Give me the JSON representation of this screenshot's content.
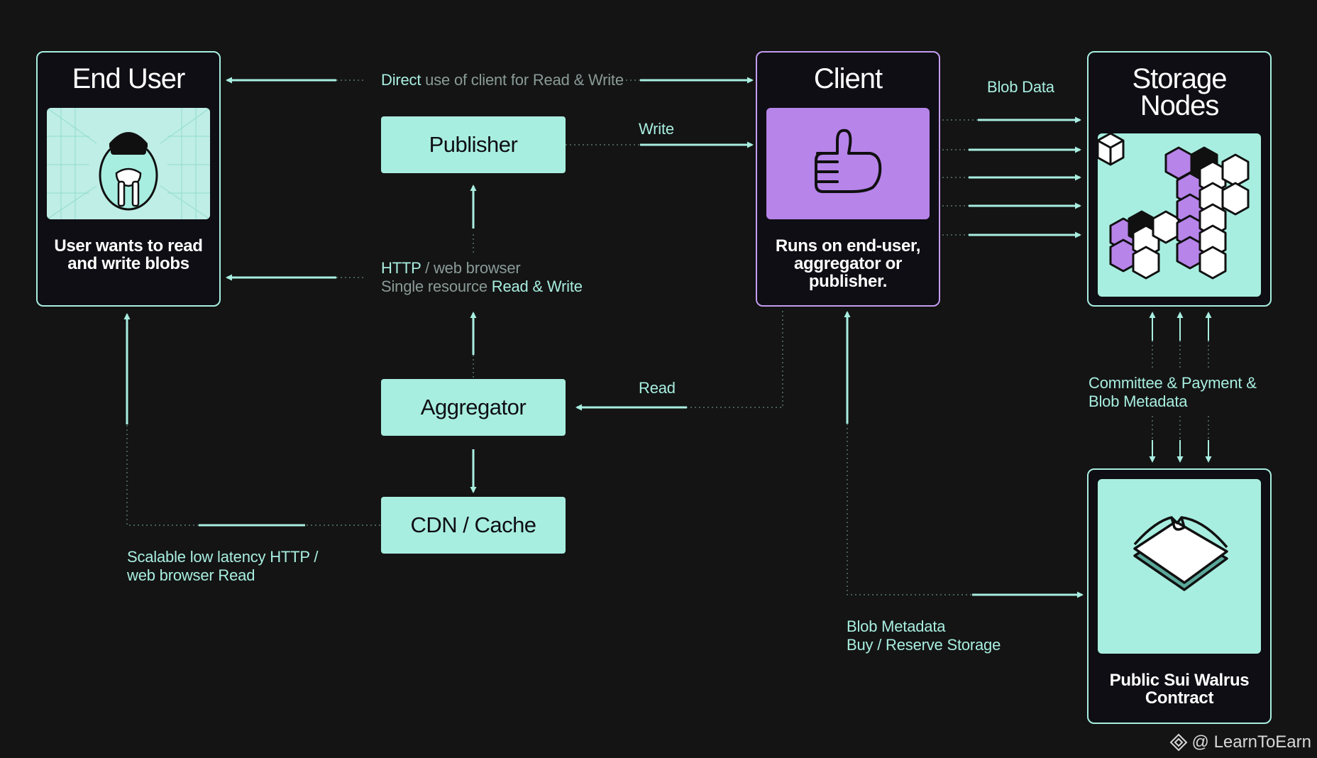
{
  "end_user": {
    "title": "End User",
    "description": "User wants to read and write blobs"
  },
  "client": {
    "title": "Client",
    "description": "Runs on end-user, aggregator or publisher."
  },
  "storage": {
    "title": "Storage Nodes"
  },
  "contract": {
    "description": "Public Sui Walrus Contract"
  },
  "publisher": {
    "label": "Publisher"
  },
  "aggregator": {
    "label": "Aggregator"
  },
  "cdn": {
    "label": "CDN / Cache"
  },
  "edges": {
    "direct_a": "Direct",
    "direct_b": " use of client for Read & Write",
    "write": "Write",
    "blob_data": "Blob Data",
    "http_a": "HTTP",
    "http_b": " / web browser",
    "single_a": "Single resource ",
    "single_b": "Read & Write",
    "read": "Read",
    "committee_1": "Committee & Payment &",
    "committee_2": "Blob Metadata",
    "scalable_1": "Scalable low latency HTTP /",
    "scalable_2": "web browser Read",
    "blobmeta_1": "Blob Metadata",
    "blobmeta_2": "Buy / Reserve Storage"
  },
  "watermark": "@ LearnToEarn",
  "colors": {
    "accent": "#a8eee0",
    "purple": "#c39cf0",
    "background": "#141414",
    "card": "#0e0e14"
  }
}
